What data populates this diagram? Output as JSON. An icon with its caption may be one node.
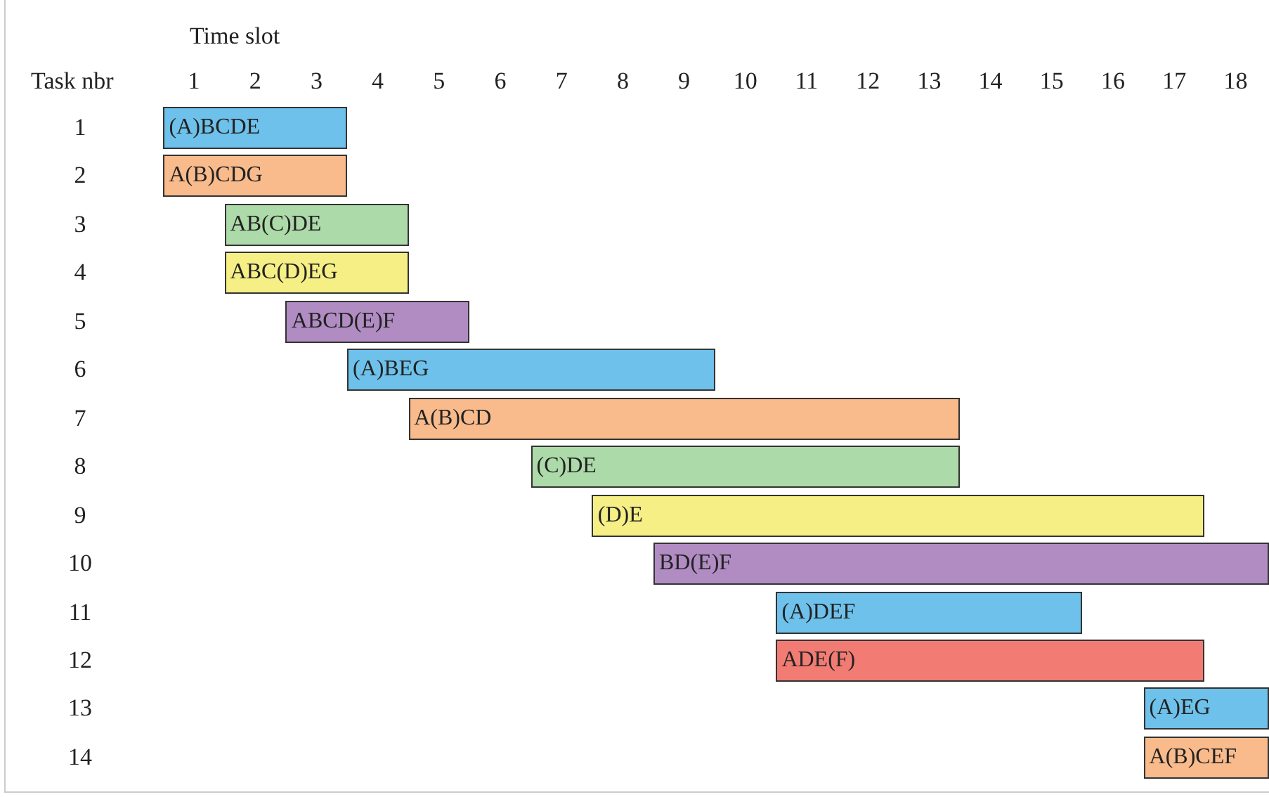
{
  "diagram": {
    "nodes": [
      {
        "text": [
          "(A)BCDE"
        ]
      },
      {
        "text": [
          "A(B)CDG"
        ]
      },
      {
        "text": [
          "AB(C)DE"
        ]
      },
      {
        "text": [
          "ABC(D)EG"
        ]
      },
      {
        "text": [
          "ABCD(E)F"
        ]
      },
      {
        "text": [
          "(A)BEG"
        ]
      },
      {
        "text": [
          "A(B)CD"
        ]
      },
      {
        "text": [
          "(C)DE"
        ]
      },
      {
        "text": [
          "(D)E"
        ]
      },
      {
        "text": [
          "BD(E)F"
        ]
      },
      {
        "text": [
          "(A)DEF"
        ]
      },
      {
        "text": [
          "ADE(F)"
        ]
      },
      {
        "text": [
          "(A)EG"
        ]
      },
      {
        "text": [
          "A(B)CEF"
        ]
      }
    ],
    "labels": [
      "Time slot",
      "Task nbr",
      "1",
      "2",
      "3",
      "4",
      "5",
      "6",
      "7",
      "8",
      "9",
      "10",
      "11",
      "12",
      "13",
      "14",
      "15",
      "16",
      "17",
      "18",
      "1",
      "2",
      "3",
      "4",
      "5",
      "6",
      "7",
      "8",
      "9",
      "10",
      "11",
      "12",
      "13",
      "14"
    ]
  }
}
